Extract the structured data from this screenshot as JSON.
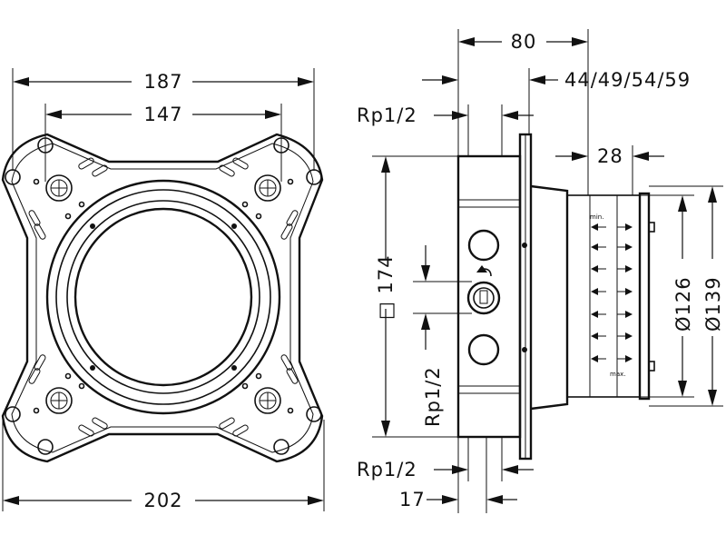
{
  "dimensions": {
    "top_outer": "187",
    "top_inner": "147",
    "bottom_width": "202",
    "side_depth": "80",
    "side_range": "44/49/54/59",
    "thread_top": "Rp1/2",
    "thread_mid": "Rp1/2",
    "thread_bottom": "Rp1/2",
    "square_size": "174",
    "square_symbol": "□",
    "ring_depth": "28",
    "dia_inner": "Ø126",
    "dia_outer": "Ø139",
    "bottom_offset": "17"
  },
  "scale_marks": {
    "min": "min.",
    "max": "max."
  }
}
